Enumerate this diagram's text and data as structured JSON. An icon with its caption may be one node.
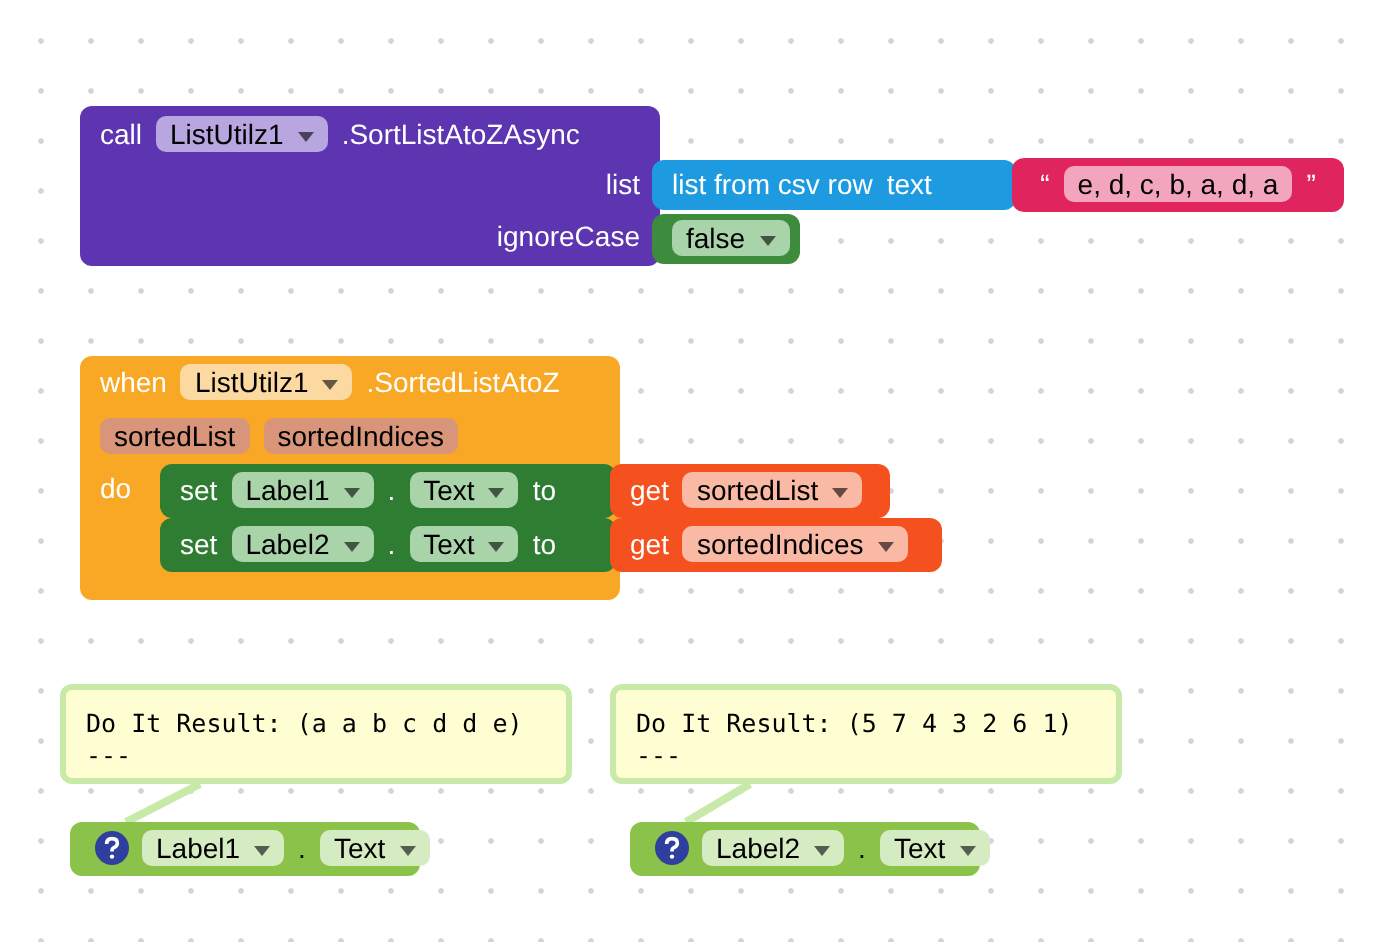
{
  "diagram": {
    "nodes": [
      {
        "text": [
          "call",
          "ListUtilz1",
          ".SortListAtoZAsync",
          "list",
          "ignoreCase"
        ]
      },
      {
        "text": [
          "list from csv row",
          "text"
        ]
      },
      {
        "text": [
          "“",
          "e, d, c, b, a, d, a",
          "”"
        ]
      },
      {
        "text": [
          "false"
        ]
      },
      {
        "text": [
          "when",
          "ListUtilz1",
          ".SortedListAtoZ",
          "sortedList",
          "sortedIndices",
          "do"
        ]
      },
      {
        "text": [
          "set",
          "Label1",
          ".",
          "Text",
          "to"
        ],
        "in": 4
      },
      {
        "text": [
          "get",
          "sortedList"
        ]
      },
      {
        "text": [
          "set",
          "Label2",
          ".",
          "Text",
          "to"
        ],
        "in": 4
      },
      {
        "text": [
          "get",
          "sortedIndices"
        ]
      },
      {
        "text": [
          "Do It Result: (a a b c d d e)",
          "---"
        ]
      },
      {
        "text": [
          "Label1",
          ".",
          "Text"
        ]
      },
      {
        "text": [
          "Do It Result: (5 7 4 3 2 6 1)",
          "---"
        ]
      },
      {
        "text": [
          "Label2",
          ".",
          "Text"
        ]
      }
    ],
    "edges": [
      {
        "from": 9,
        "to": 10,
        "arrow": "none"
      },
      {
        "from": 11,
        "to": 12,
        "arrow": "none"
      }
    ]
  }
}
